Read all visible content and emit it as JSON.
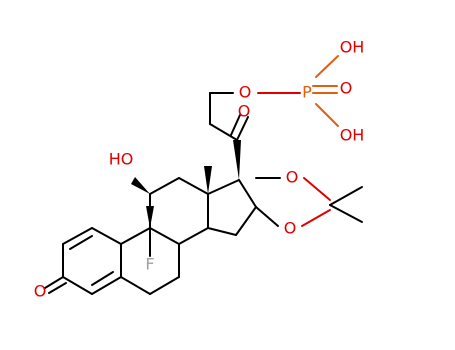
{
  "structure": {
    "atoms": {
      "oxygen_ketone_ring_a": "O",
      "hydroxyl_c11": "HO",
      "fluoro_c9": "F",
      "oxygen_c20": "O",
      "oxygen_ester": "O",
      "phosphorus": "P",
      "oxygen_phosphoryl": "O",
      "hydroxyl_p_upper": "OH",
      "hydroxyl_p_lower": "OH",
      "oxygen_dioxolane_upper": "O",
      "oxygen_dioxolane_lower": "O"
    },
    "colors": {
      "oxygen": "#e00000",
      "fluorine": "#a0a0a0",
      "phosphorus": "#e06010",
      "carbon_bond": "#000000"
    }
  }
}
